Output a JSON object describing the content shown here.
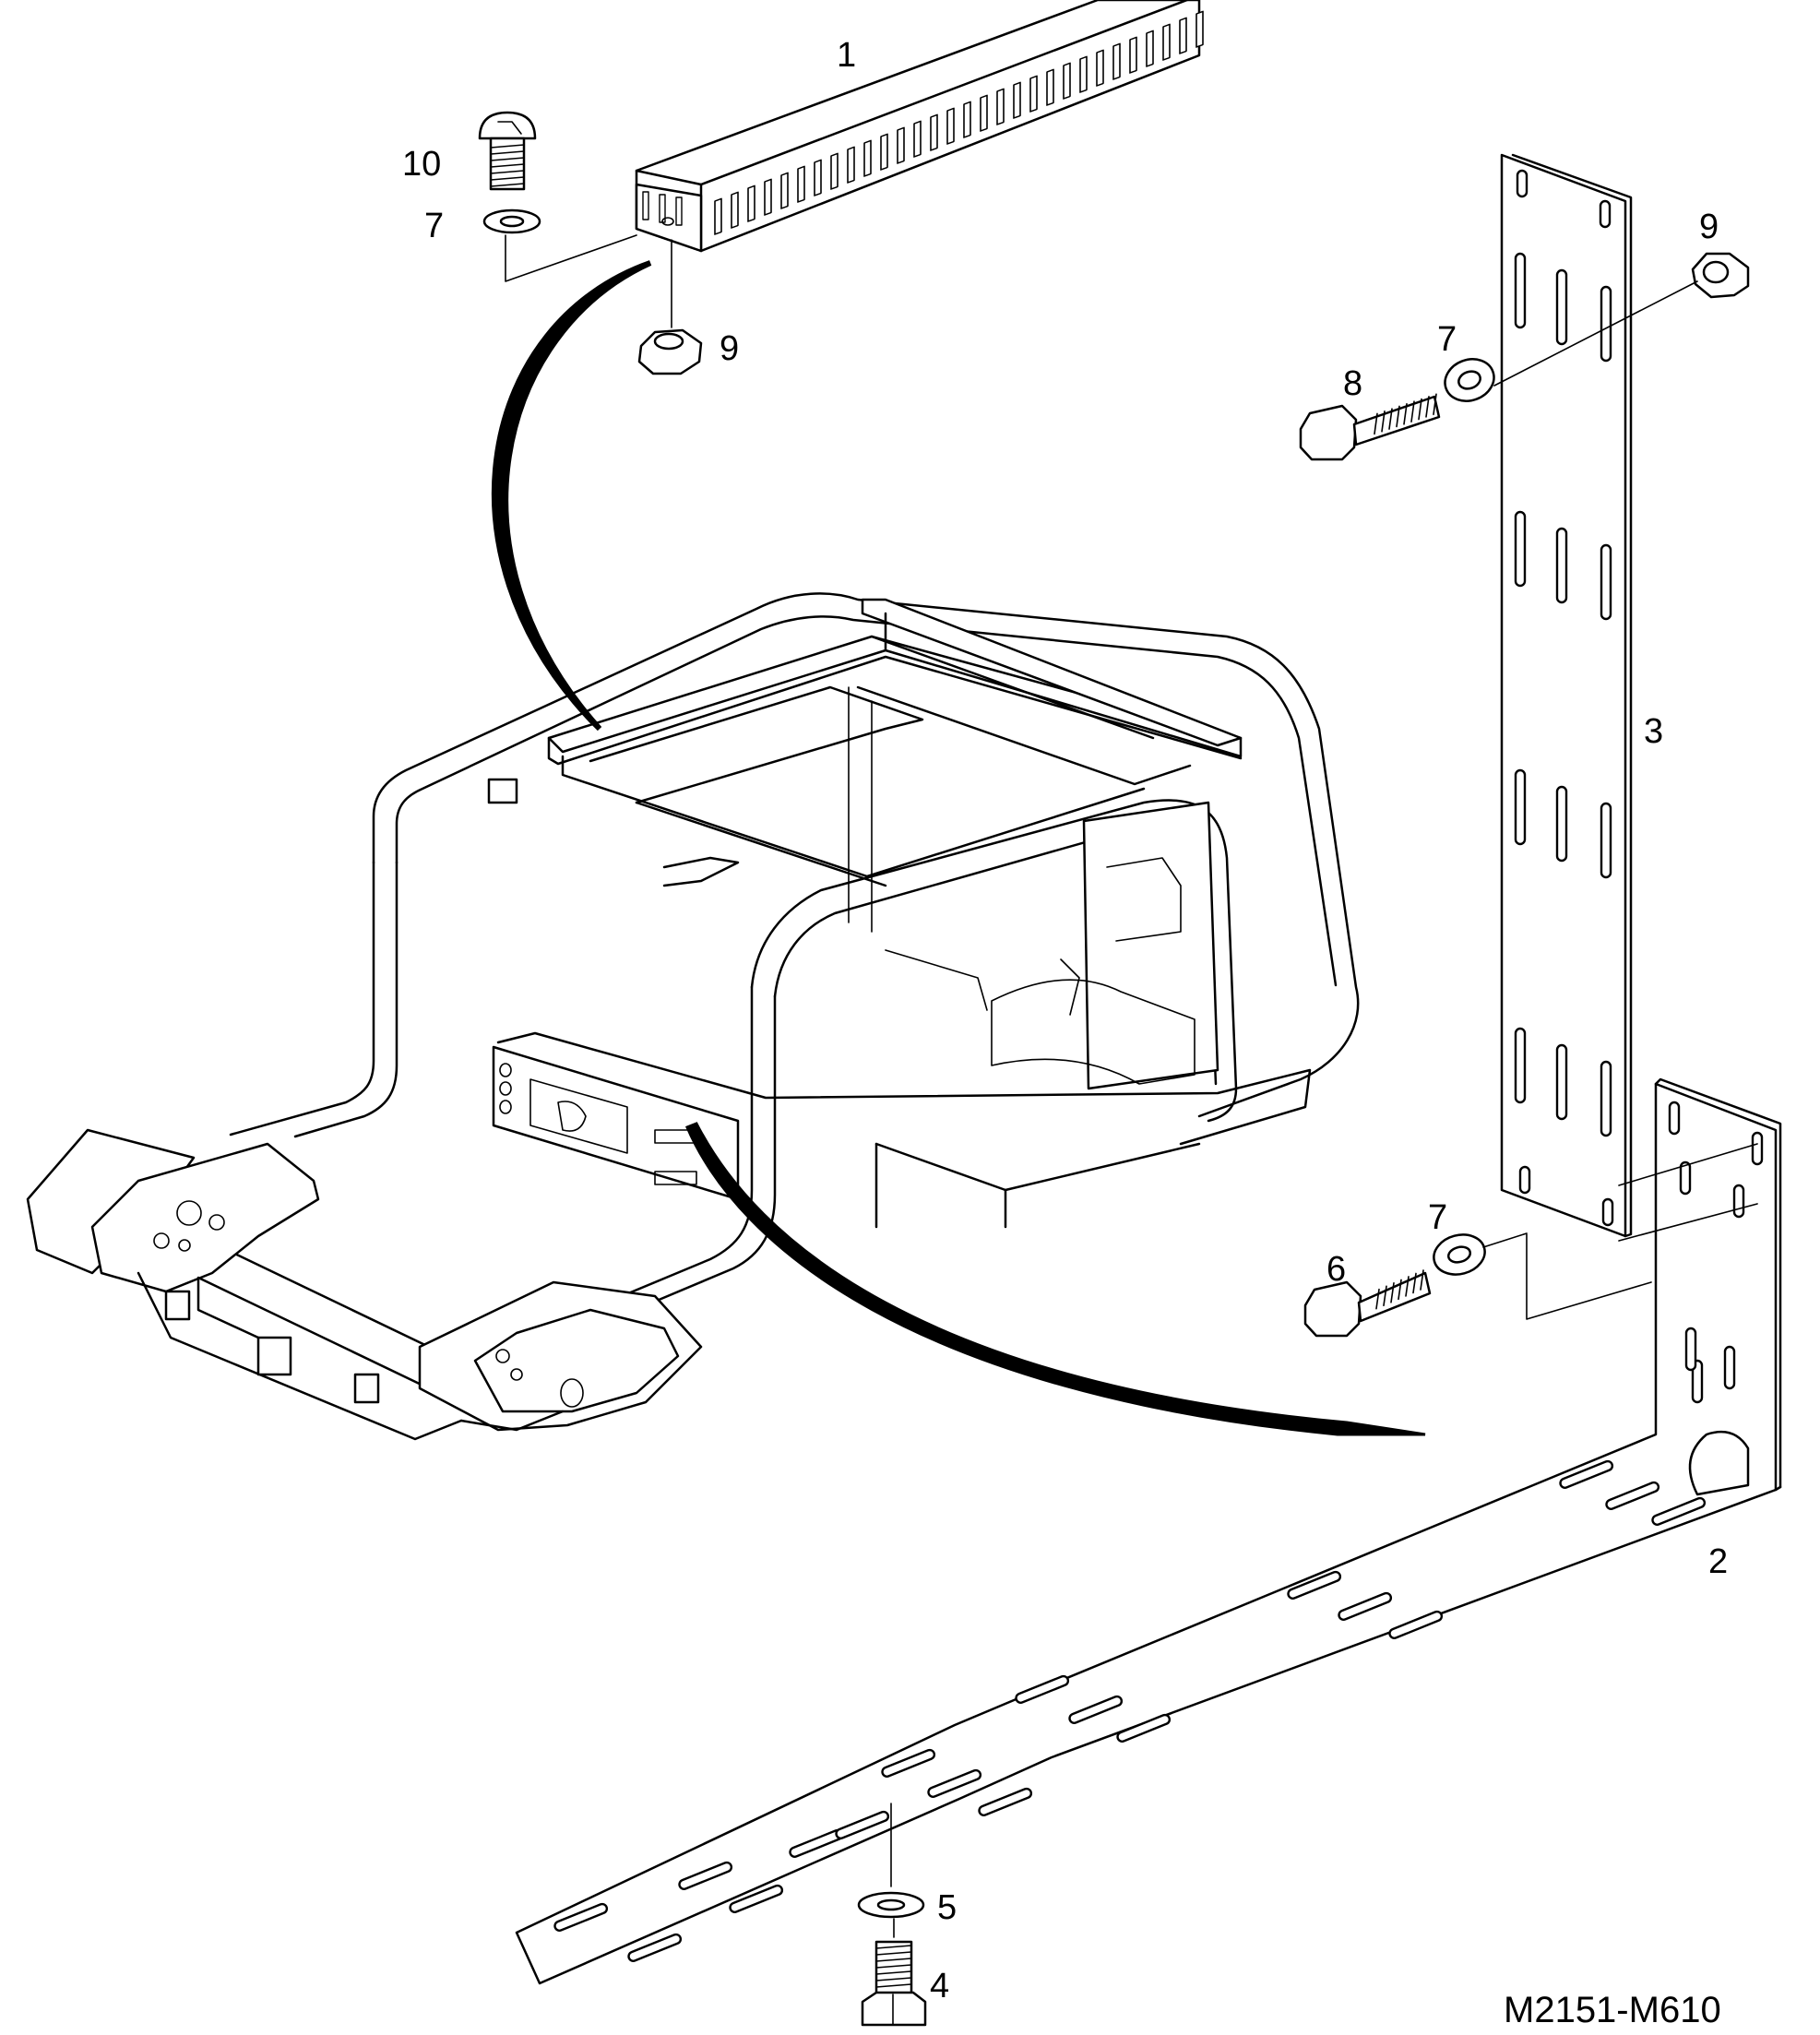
{
  "diagram": {
    "reference_code": "M2151-M610",
    "callouts": {
      "c1": "1",
      "c2": "2",
      "c3": "3",
      "c4": "4",
      "c5": "5",
      "c6": "6",
      "c7a": "7",
      "c7b": "7",
      "c7c": "7",
      "c8": "8",
      "c9a": "9",
      "c9b": "9",
      "c10": "10"
    }
  }
}
